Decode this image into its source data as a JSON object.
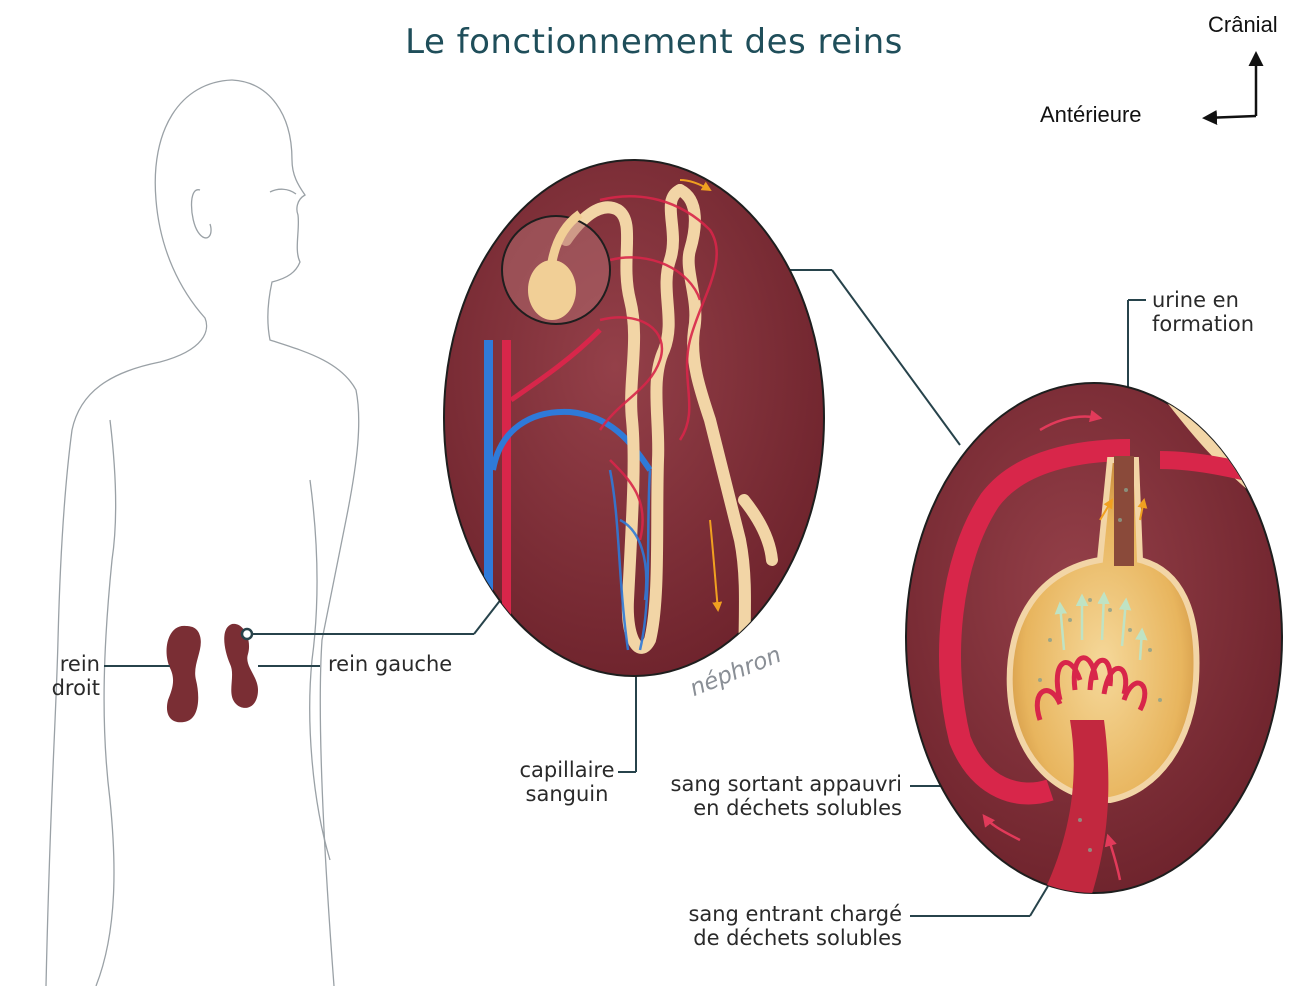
{
  "title": "Le fonctionnement des reins",
  "orientation": {
    "cranial": "Crânial",
    "anterior": "Antérieure"
  },
  "labels": {
    "rein_droit": "rein droit",
    "rein_gauche": "rein gauche",
    "nephron": "néphron",
    "capillaire_line1": "capillaire",
    "capillaire_line2": "sanguin",
    "urine_line1": "urine en",
    "urine_line2": "formation",
    "sang_sortant_line1": "sang sortant appauvri",
    "sang_sortant_line2": "en déchets solubles",
    "sang_entrant_line1": "sang entrant chargé",
    "sang_entrant_line2": "de déchets solubles"
  },
  "colors": {
    "title": "#1f4e5a",
    "kidney": "#7a2e34",
    "lens_bg": "#7b2a33",
    "artery": "#d8264a",
    "vein": "#2f7ad9",
    "tubule": "#f2d5a6",
    "leader": "#27434b"
  }
}
